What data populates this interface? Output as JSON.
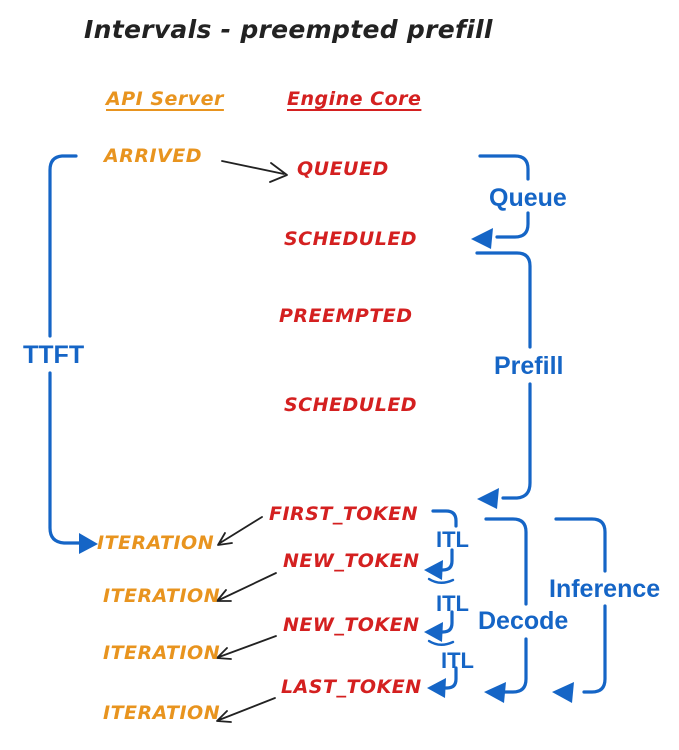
{
  "title": "Intervals - preempted prefill",
  "colors": {
    "orange": "#E8941F",
    "red": "#D42020",
    "blue": "#1565C6",
    "ink": "#222222",
    "background": "#FFFFFF"
  },
  "columns": {
    "api_server": "API Server",
    "engine_core": "Engine Core"
  },
  "api_events": {
    "arrived": "ARRIVED",
    "iterations": [
      "ITERATION",
      "ITERATION",
      "ITERATION",
      "ITERATION"
    ]
  },
  "engine_events": {
    "queued": "QUEUED",
    "scheduled_1": "SCHEDULED",
    "preempted": "PREEMPTED",
    "scheduled_2": "SCHEDULED",
    "first_token": "FIRST_TOKEN",
    "new_token_1": "NEW_TOKEN",
    "new_token_2": "NEW_TOKEN",
    "last_token": "LAST_TOKEN"
  },
  "intervals": {
    "ttft": "TTFT",
    "queue": "Queue",
    "prefill": "Prefill",
    "decode": "Decode",
    "inference": "Inference",
    "itl": [
      "ITL",
      "ITL",
      "ITL"
    ]
  }
}
